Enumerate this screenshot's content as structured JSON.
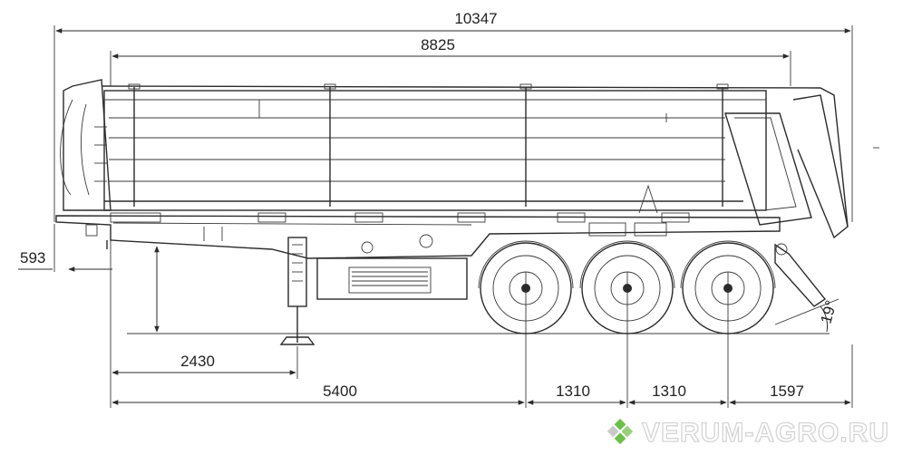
{
  "dimensions": {
    "overall_length": "10347",
    "body_length": "8825",
    "front_overhang": "593",
    "kingpin_to_landing_gear": "2430",
    "kingpin_to_first_axle": "5400",
    "axle_spacing_1": "1310",
    "axle_spacing_2": "1310",
    "rear_overhang": "1597",
    "departure_angle": "19°"
  },
  "watermark": {
    "text": "VERUM-AGRO.RU",
    "logo_colors": [
      "#6cbf4a",
      "#9ad07a",
      "#c9c9c9"
    ]
  }
}
